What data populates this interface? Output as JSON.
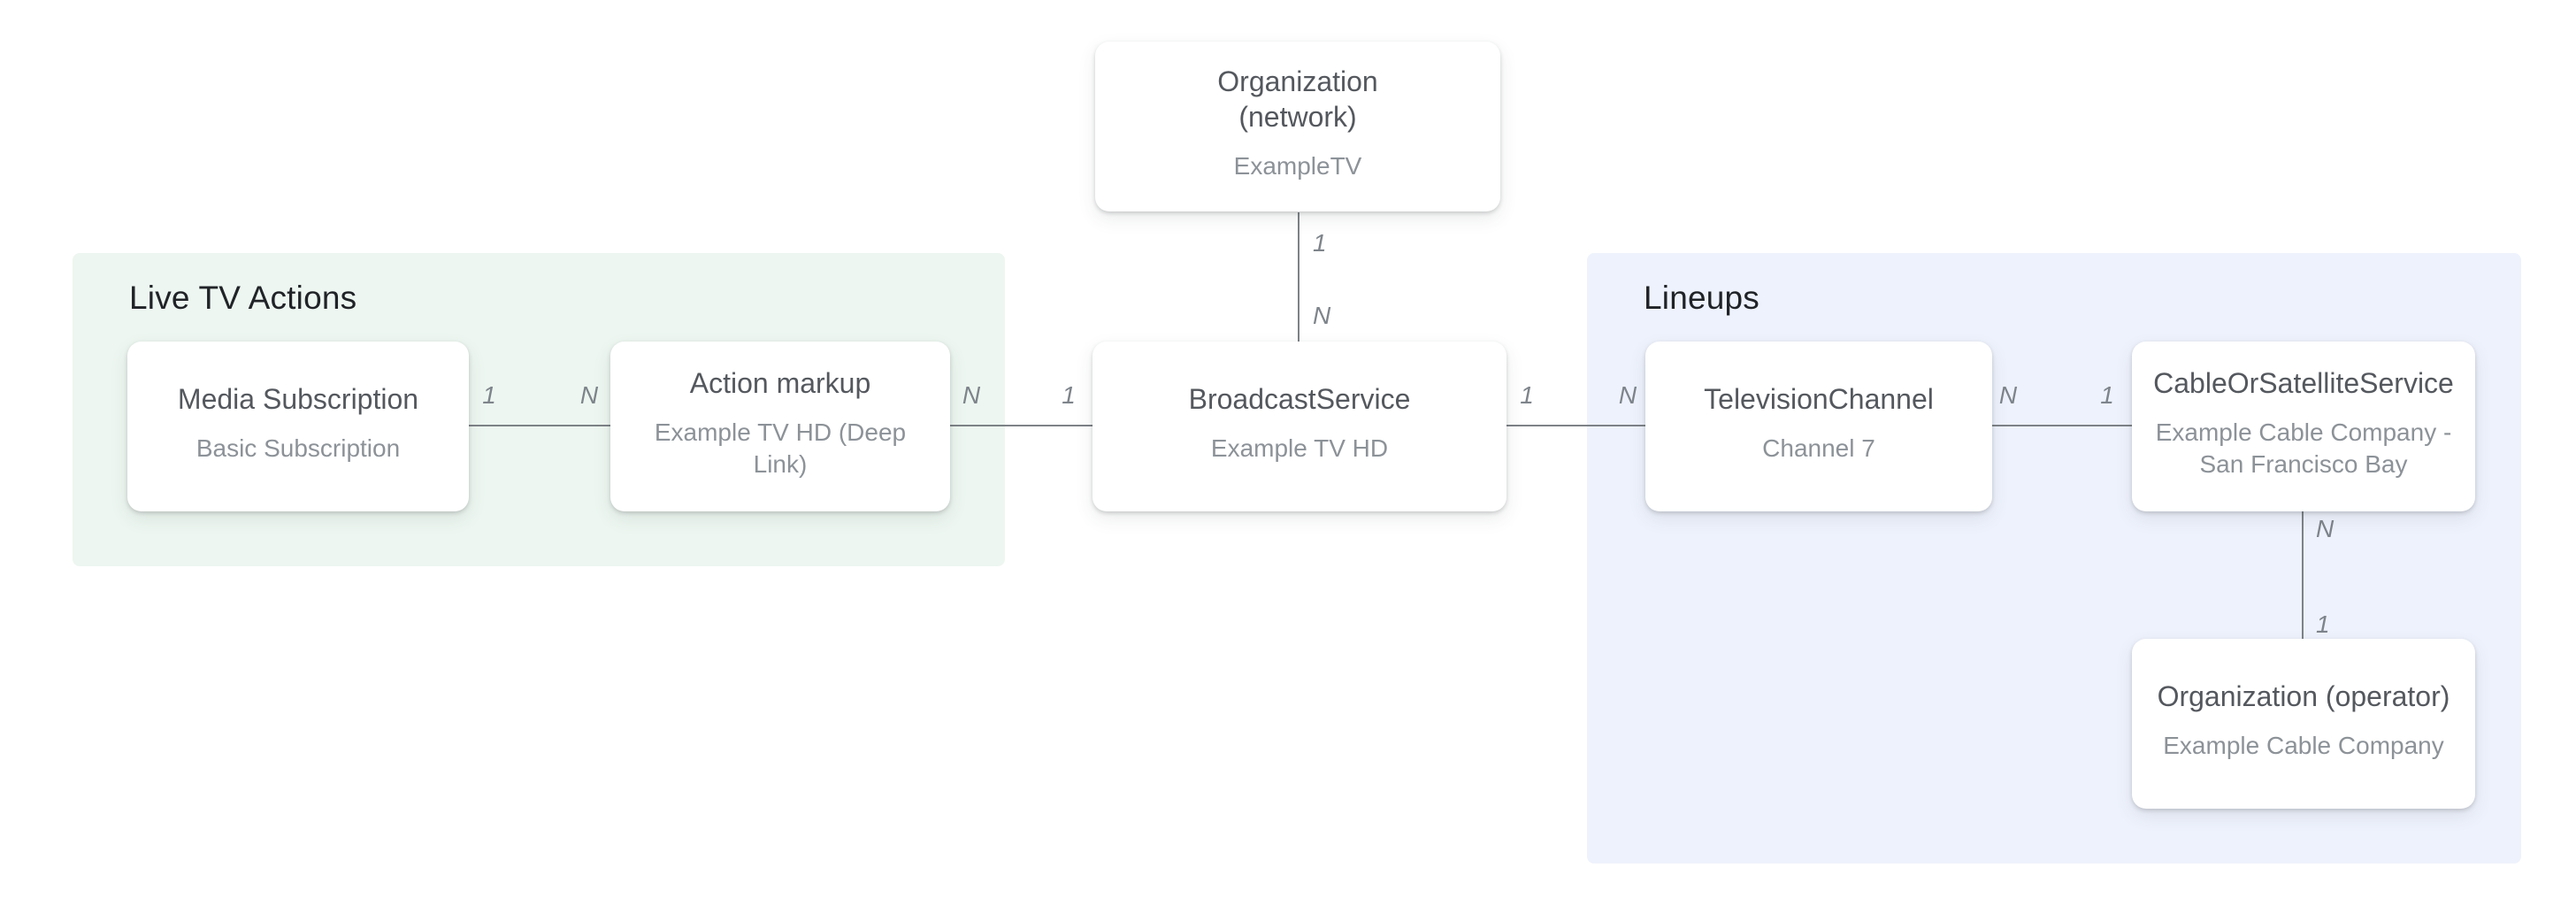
{
  "groups": {
    "live_tv_actions": {
      "title": "Live TV Actions",
      "bg_color": "#edf6f0"
    },
    "lineups": {
      "title": "Lineups",
      "bg_color": "#eef2fc"
    }
  },
  "nodes": {
    "organization_network": {
      "title": "Organization\n(network)",
      "subtitle": "ExampleTV"
    },
    "media_subscription": {
      "title": "Media Subscription",
      "subtitle": "Basic Subscription"
    },
    "action_markup": {
      "title": "Action markup",
      "subtitle": "Example TV HD (Deep Link)"
    },
    "broadcast_service": {
      "title": "BroadcastService",
      "subtitle": "Example TV HD"
    },
    "television_channel": {
      "title": "TelevisionChannel",
      "subtitle": "Channel 7"
    },
    "cable_or_satellite_service": {
      "title": "CableOrSatelliteService",
      "subtitle": "Example Cable Company -\nSan Francisco Bay"
    },
    "organization_operator": {
      "title": "Organization (operator)",
      "subtitle": "Example Cable Company"
    }
  },
  "edges": {
    "network_to_broadcast": {
      "near_label": "1",
      "far_label": "N"
    },
    "media_to_action": {
      "near_label": "1",
      "far_label": "N"
    },
    "action_to_broadcast": {
      "near_label": "N",
      "far_label": "1"
    },
    "broadcast_to_channel": {
      "near_label": "1",
      "far_label": "N"
    },
    "channel_to_cable": {
      "near_label": "N",
      "far_label": "1"
    },
    "cable_to_operator": {
      "near_label": "N",
      "far_label": "1"
    }
  },
  "colors": {
    "canvas_bg": "#ffffff",
    "card_bg": "#ffffff",
    "card_title": "#54585e",
    "card_subtitle": "#8c9298",
    "group_title": "#202327",
    "connector_line": "#7d8287",
    "cardinality_label": "#7e848b"
  }
}
